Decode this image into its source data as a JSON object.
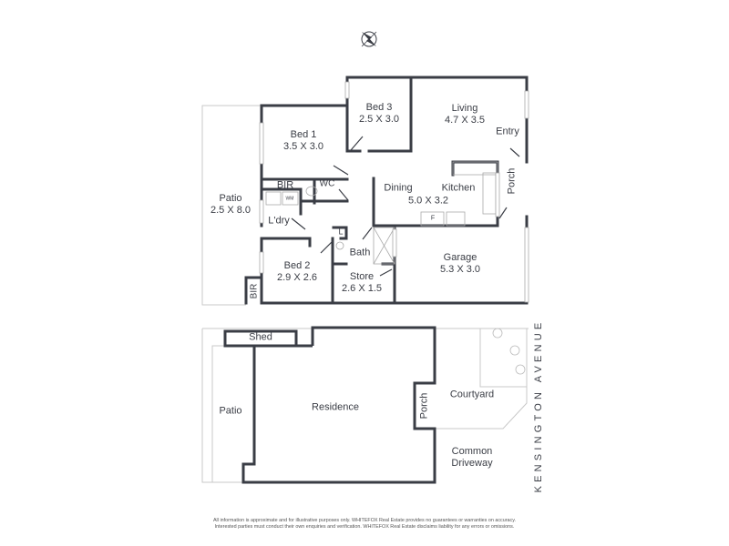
{
  "compass": {
    "label": "N"
  },
  "upper_plan": {
    "rooms": [
      {
        "id": "bed3",
        "name": "Bed 3",
        "size": "2.5 X 3.0"
      },
      {
        "id": "living",
        "name": "Living",
        "size": "4.7 X 3.5"
      },
      {
        "id": "entry",
        "name": "Entry"
      },
      {
        "id": "bed1",
        "name": "Bed 1",
        "size": "3.5 X 3.0"
      },
      {
        "id": "porch",
        "name": "Porch"
      },
      {
        "id": "bir1",
        "name": "BIR"
      },
      {
        "id": "wc",
        "name": "WC"
      },
      {
        "id": "wm",
        "name": "WM"
      },
      {
        "id": "dining",
        "name": "Dining"
      },
      {
        "id": "kitchen",
        "name": "Kitchen"
      },
      {
        "id": "dining_kitchen_size",
        "size": "5.0 X 3.2"
      },
      {
        "id": "patio",
        "name": "Patio",
        "size": "2.5 X 8.0"
      },
      {
        "id": "laundry",
        "name": "L'dry"
      },
      {
        "id": "fridge",
        "name": "F"
      },
      {
        "id": "linen",
        "name": "L"
      },
      {
        "id": "bath",
        "name": "Bath"
      },
      {
        "id": "garage",
        "name": "Garage",
        "size": "5.3 X 3.0"
      },
      {
        "id": "bed2",
        "name": "Bed 2",
        "size": "2.9 X 2.6"
      },
      {
        "id": "store",
        "name": "Store",
        "size": "2.6 X 1.5"
      },
      {
        "id": "bir2",
        "name": "BIR"
      }
    ]
  },
  "site_plan": {
    "labels": {
      "shed": "Shed",
      "patio": "Patio",
      "residence": "Residence",
      "porch": "Porch",
      "courtyard": "Courtyard",
      "common_driveway_1": "Common",
      "common_driveway_2": "Driveway"
    },
    "street": "KENSINGTON AVENUE"
  },
  "disclaimer": {
    "line1": "All information is approximate and for illustrative purposes only. WHITEFOX Real Estate provides no guarantees or warranties on accuracy.",
    "line2": "Interested parties must conduct their own enquiries and verification. WHITEFOX Real Estate disclaims liability for any errors or omissions."
  }
}
